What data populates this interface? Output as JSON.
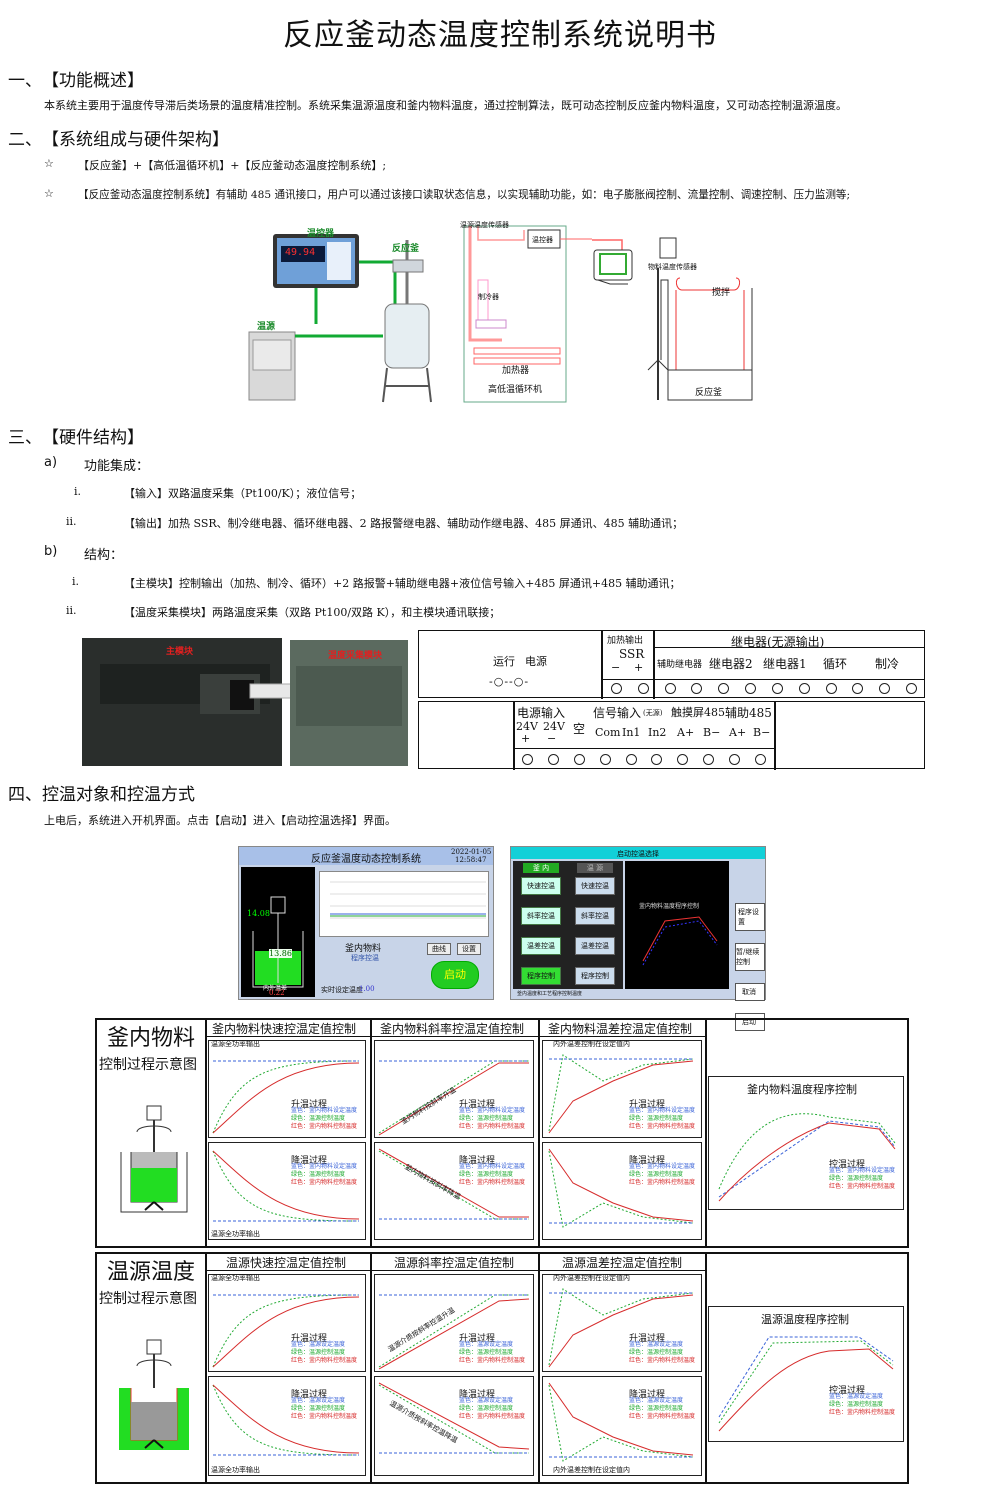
{
  "title": "反应釜动态温度控制系统说明书",
  "s1": {
    "num": "一、",
    "heading": "【功能概述】",
    "text": "本系统主要用于温度传导滞后类场景的温度精准控制。系统采集温源温度和釜内物料温度，通过控制算法，既可动态控制反应釜内物料温度，又可动态控制温源温度。"
  },
  "s2": {
    "num": "二、",
    "heading": "【系统组成与硬件架构】",
    "star": "☆",
    "line1": "【反应釜】+【高低温循环机】+【反应釜动态温度控制系统】;",
    "line2": "【反应釜动态温度控制系统】有辅助 485 通讯接口，用户可以通过该接口读取状态信息，以实现辅助功能，如：电子膨胀阀控制、流量控制、调速控制、压力监测等;"
  },
  "photo1": {
    "controller": "温控器",
    "reactor": "反应釜",
    "source": "温源",
    "display": "49.94"
  },
  "diagram1": {
    "sensor_src": "温源温度传感器",
    "controller": "温控器",
    "sensor_mat": "物料温度传感器",
    "chiller": "制冷器",
    "heater": "加热器",
    "machine": "高低温循环机",
    "stir": "搅拌",
    "reactor": "反应釜"
  },
  "s3": {
    "num": "三、",
    "heading": "【硬件结构】",
    "a": "a)",
    "a_title": "功能集成：",
    "a_i": "i.",
    "a_i_text": "【输入】双路温度采集（Pt100/K）；液位信号；",
    "a_ii": "ii.",
    "a_ii_text": "【输出】加热 SSR、制冷继电器、循环继电器、2 路报警继电器、辅助动作继电器、485 屏通讯、485 辅助通讯；",
    "b": "b)",
    "b_title": "结构：",
    "b_i": "i.",
    "b_i_text": "【主模块】控制输出（加热、制冷、循环）+2 路报警+辅助继电器+液位信号输入+485 屏通讯+485 辅助通讯；",
    "b_ii": "ii.",
    "b_ii_text": "【温度采集模块】两路温度采集（双路 Pt100/双路 K），和主模块通讯联接；"
  },
  "modules": {
    "main": "主模块",
    "acq": "温度采集模块"
  },
  "term1": {
    "run": "运行",
    "power": "电源",
    "heat_out": "加热输出",
    "ssr": "SSR",
    "minus": "−",
    "plus": "+",
    "relay": "继电器(无源输出)",
    "aux": "辅助继电器",
    "r2": "继电器2",
    "r1": "继电器1",
    "cycle": "循环",
    "cool": "制冷"
  },
  "term2": {
    "pin": "电源输入",
    "v24p": "24V",
    "v24m": "24V",
    "plus": "+",
    "minus": "−",
    "empty": "空",
    "sig": "信号输入",
    "sig_note": "(无源)",
    "com": "Com",
    "in1": "In1",
    "in2": "In2",
    "touch": "触摸屏485",
    "aux485": "辅助485",
    "ap": "A+",
    "bm": "B−",
    "ap2": "A+",
    "bm2": "B−"
  },
  "s4": {
    "num": "四、",
    "heading": "控温对象和控温方式",
    "text": "上电后，系统进入开机界面。点击【启动】进入【启动控温选择】界面。"
  },
  "screen1": {
    "title": "反应釜温度动态控制系统",
    "date": "2022-01-05",
    "time": "12:58:47",
    "val1": "14.08",
    "val2": "13.86",
    "val3": "0.22",
    "mat": "釜内物料",
    "prog": "程序控温",
    "b1": "曲线",
    "b2": "设置",
    "start": "启动",
    "set": "实时设定温度",
    "setv": "1.00",
    "lbl": "内外温差"
  },
  "screen2": {
    "title": "启动控温选择",
    "tab1": "釜 内",
    "tab2": "温 源",
    "l": [
      "快速控温",
      "斜率控温",
      "温差控温",
      "程序控制"
    ],
    "r": [
      "快速控温",
      "斜率控温",
      "温差控温",
      "程序控制"
    ],
    "graph": "釜内物料温度程序控制",
    "side": [
      "程序设置",
      "暂/继续控制",
      "取消",
      "启动"
    ],
    "foot": "釜内温度和工艺程序控制温度"
  },
  "panel1": {
    "big": "釜内物料",
    "sub": "控制过程示意图",
    "c1": "釜内物料快速控温定值控制",
    "c2": "釜内物料斜率控温定值控制",
    "c3": "釜内物料温差控温定值控制",
    "prog": "釜内物料温度程序控制",
    "top_note": "温源全功率输出",
    "bot_note": "温源全功率输出",
    "diff_note": "内外温差控制在设定值内",
    "slope_up": "釜内物料按斜率升温",
    "slope_down": "釜内物料按斜率降温",
    "up": "升温过程",
    "down": "降温过程",
    "ctl": "控温过程",
    "lg_b": "蓝色：釜内物料设定温度",
    "lg_g": "绿色：温源控制温度",
    "lg_r": "红色：釜内物料控制温度",
    "wc": "温差"
  },
  "panel2": {
    "big": "温源温度",
    "sub": "控制过程示意图",
    "c1": "温源快速控温定值控制",
    "c2": "温源斜率控温定值控制",
    "c3": "温源温差控温定值控制",
    "prog": "温源温度程序控制",
    "top_note": "温源全功率输出",
    "bot_note": "温源全功率输出",
    "diff_note": "内外温差控制在设定值内",
    "slope_up": "温源介质按斜率控温升温",
    "slope_down": "温源介质按斜率控温降温",
    "up": "升温过程",
    "down": "降温过程",
    "ctl": "控温过程",
    "lg_b": "蓝色：温源设定温度",
    "lg_g": "绿色：温源控制温度",
    "lg_r": "红色：釜内物料控制温度",
    "wc": "温差"
  },
  "colors": {
    "blue": "#3a63d8",
    "green": "#22aa33",
    "red": "#d62b2b",
    "liquid": "#22dd22",
    "screen_bg": "#c8d4e8"
  }
}
